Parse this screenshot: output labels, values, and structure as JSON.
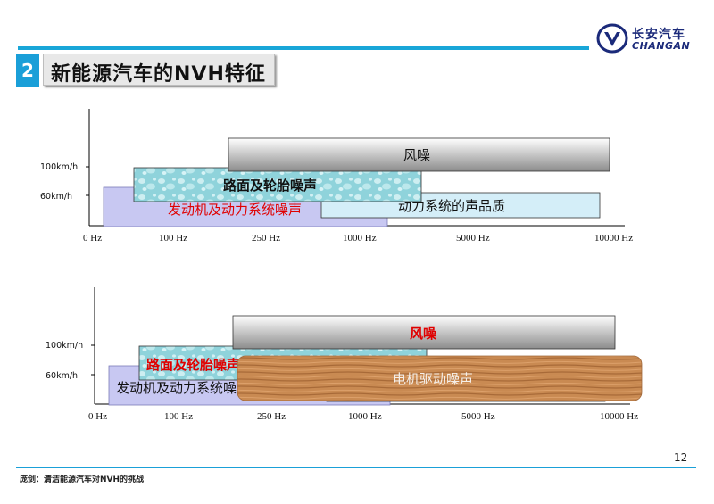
{
  "header": {
    "logo_cn": "长安汽车",
    "logo_en": "CHANGAN",
    "section_number": "2",
    "title": "新能源汽车的NVH特征"
  },
  "diagram_top": {
    "y_labels": [
      "100km/h",
      "60km/h"
    ],
    "x_ticks": [
      "0 Hz",
      "100 Hz",
      "250 Hz",
      "1000 Hz",
      "5000 Hz",
      "10000 Hz"
    ],
    "bands": {
      "wind": "风噪",
      "road": "路面及轮胎噪声",
      "engine": "发动机及动力系统噪声",
      "powertrain_quality": "动力系统的声品质"
    }
  },
  "diagram_bottom": {
    "y_labels": [
      "100km/h",
      "60km/h"
    ],
    "x_ticks": [
      "0 Hz",
      "100 Hz",
      "250 Hz",
      "1000 Hz",
      "5000 Hz",
      "10000 Hz"
    ],
    "bands": {
      "wind": "风噪",
      "road": "路面及轮胎噪声",
      "engine": "发动机及动力系统噪声",
      "motor": "电机驱动噪声"
    }
  },
  "footer": {
    "page_number": "12",
    "source": "庞剑：清洁能源汽车对NVH的挑战"
  }
}
